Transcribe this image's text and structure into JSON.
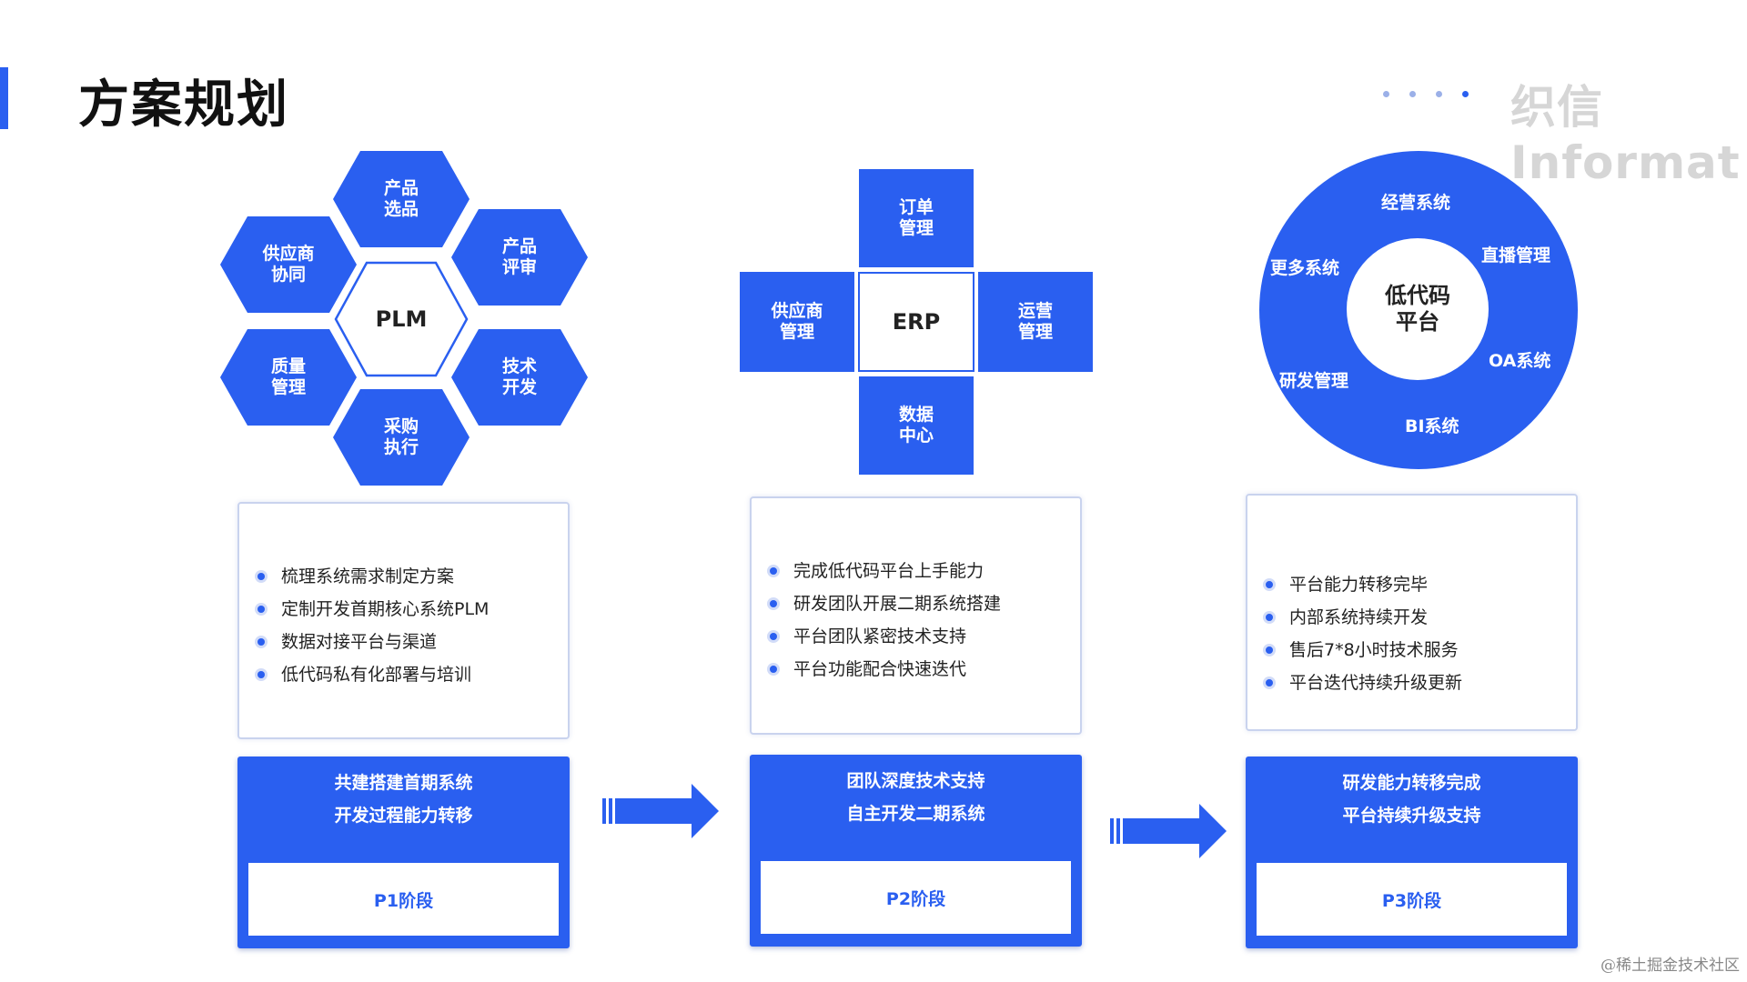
{
  "header": {
    "title": "方案规划",
    "brand": "织信 Informat"
  },
  "plm": {
    "center": "PLM",
    "items": [
      {
        "l1": "产品",
        "l2": "选品"
      },
      {
        "l1": "供应商",
        "l2": "协同"
      },
      {
        "l1": "产品",
        "l2": "评审"
      },
      {
        "l1": "质量",
        "l2": "管理"
      },
      {
        "l1": "技术",
        "l2": "开发"
      },
      {
        "l1": "采购",
        "l2": "执行"
      }
    ]
  },
  "erp": {
    "center": "ERP",
    "top": {
      "l1": "订单",
      "l2": "管理"
    },
    "left": {
      "l1": "供应商",
      "l2": "管理"
    },
    "right": {
      "l1": "运营",
      "l2": "管理"
    },
    "bottom": {
      "l1": "数据",
      "l2": "中心"
    }
  },
  "lowcode": {
    "center_l1": "低代码",
    "center_l2": "平台",
    "ring": [
      "经营系统",
      "直播管理",
      "OA系统",
      "BI系统",
      "研发管理",
      "更多系统"
    ]
  },
  "stages": [
    {
      "bullets": [
        "梳理系统需求制定方案",
        "定制开发首期核心系统PLM",
        "数据对接平台与渠道",
        "低代码私有化部署与培训"
      ],
      "line1": "共建搭建首期系统",
      "line2": "开发过程能力转移",
      "label": "P1阶段"
    },
    {
      "bullets": [
        "完成低代码平台上手能力",
        "研发团队开展二期系统搭建",
        "平台团队紧密技术支持",
        "平台功能配合快速迭代"
      ],
      "line1": "团队深度技术支持",
      "line2": "自主开发二期系统",
      "label": "P2阶段"
    },
    {
      "bullets": [
        "平台能力转移完毕",
        "内部系统持续开发",
        "售后7*8小时技术服务",
        "平台迭代持续升级更新"
      ],
      "line1": "研发能力转移完成",
      "line2": "平台持续升级支持",
      "label": "P3阶段"
    }
  ],
  "watermark": "@稀土掘金技术社区",
  "colors": {
    "accent": "#2a5ff0",
    "card_border": "#c9d3ee"
  }
}
